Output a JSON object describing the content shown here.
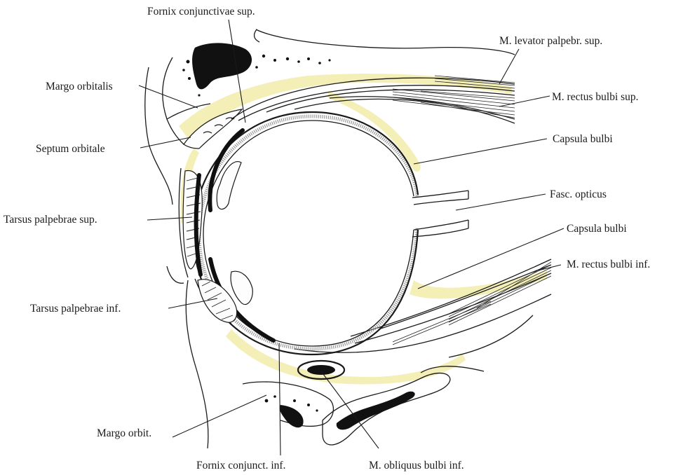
{
  "labels": {
    "fornix_conj_sup": "Fornix conjunctivae sup.",
    "levator": "M. levator palpebr. sup.",
    "margo_orbitalis": "Margo orbitalis",
    "rectus_sup": "M. rectus bulbi sup.",
    "septum": "Septum orbitale",
    "capsula_1": "Capsula bulbi",
    "fasc_opticus": "Fasc. opticus",
    "tarsus_sup": "Tarsus palpebrae sup.",
    "capsula_2": "Capsula bulbi",
    "rectus_inf": "M. rectus bulbi inf.",
    "tarsus_inf": "Tarsus palpebrae inf.",
    "margo_orbit": "Margo orbit.",
    "fornix_conj_inf": "Fornix conjunct. inf.",
    "obliquus": "M. obliquus bulbi inf."
  },
  "colors": {
    "ink": "#1a1a1a",
    "tenon_yellow": "#f3efb6",
    "background": "#ffffff"
  }
}
